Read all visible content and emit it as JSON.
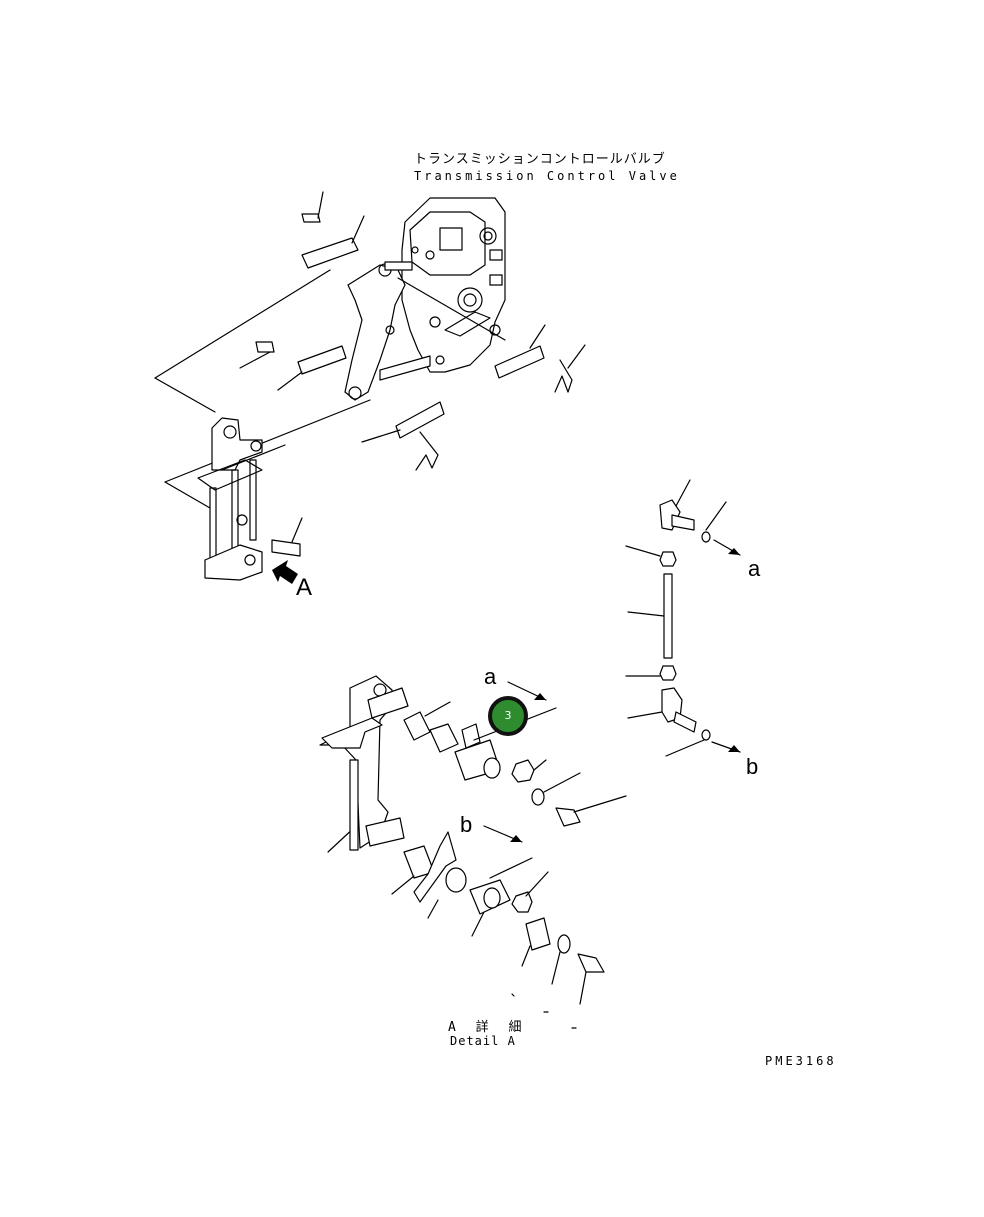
{
  "titles": {
    "valve_ja": "トランスミッションコントロールバルブ",
    "valve_en": "Transmission Control Valve",
    "detail_ja": "A 詳 細",
    "detail_en": "Detail A",
    "drawing_code": "PME3168"
  },
  "callouts": {
    "view_A": "A",
    "a_top": "a",
    "b_top": "b",
    "a_detail": "a",
    "b_detail": "b"
  },
  "badge": {
    "number": "3",
    "color": "#2e8b2e"
  },
  "icons": {
    "view_arrow": "view-direction-arrow-icon"
  }
}
